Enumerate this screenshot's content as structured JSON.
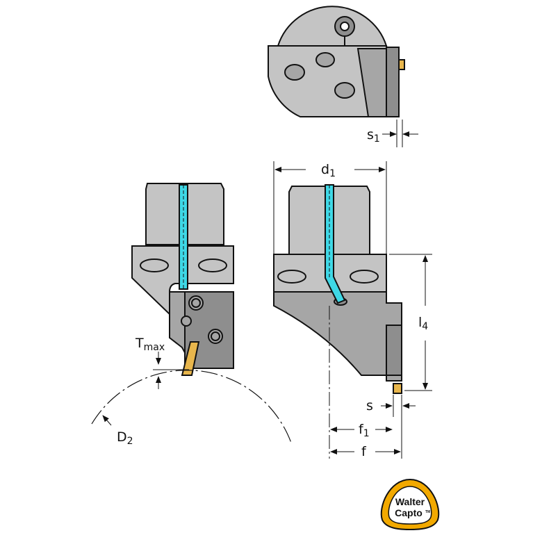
{
  "colors": {
    "body_light": "#c4c4c4",
    "body_mid": "#a6a6a6",
    "body_dark": "#8e8e8e",
    "coolant": "#3ed8e6",
    "insert": "#e8b64c",
    "logo_ring": "#f2a900",
    "outline": "#111111"
  },
  "dimensions": {
    "s1": {
      "main": "s",
      "sub": "1"
    },
    "d1": {
      "main": "d",
      "sub": "1"
    },
    "l4": {
      "main": "l",
      "sub": "4"
    },
    "s": {
      "main": "s"
    },
    "f1": {
      "main": "f",
      "sub": "1"
    },
    "f": {
      "main": "f"
    },
    "tmax": {
      "main": "T",
      "sub": "max"
    },
    "d2": {
      "main": "D",
      "sub": "2"
    }
  },
  "logo": {
    "line1": "Walter",
    "line2": "Capto",
    "tm": "TM"
  }
}
